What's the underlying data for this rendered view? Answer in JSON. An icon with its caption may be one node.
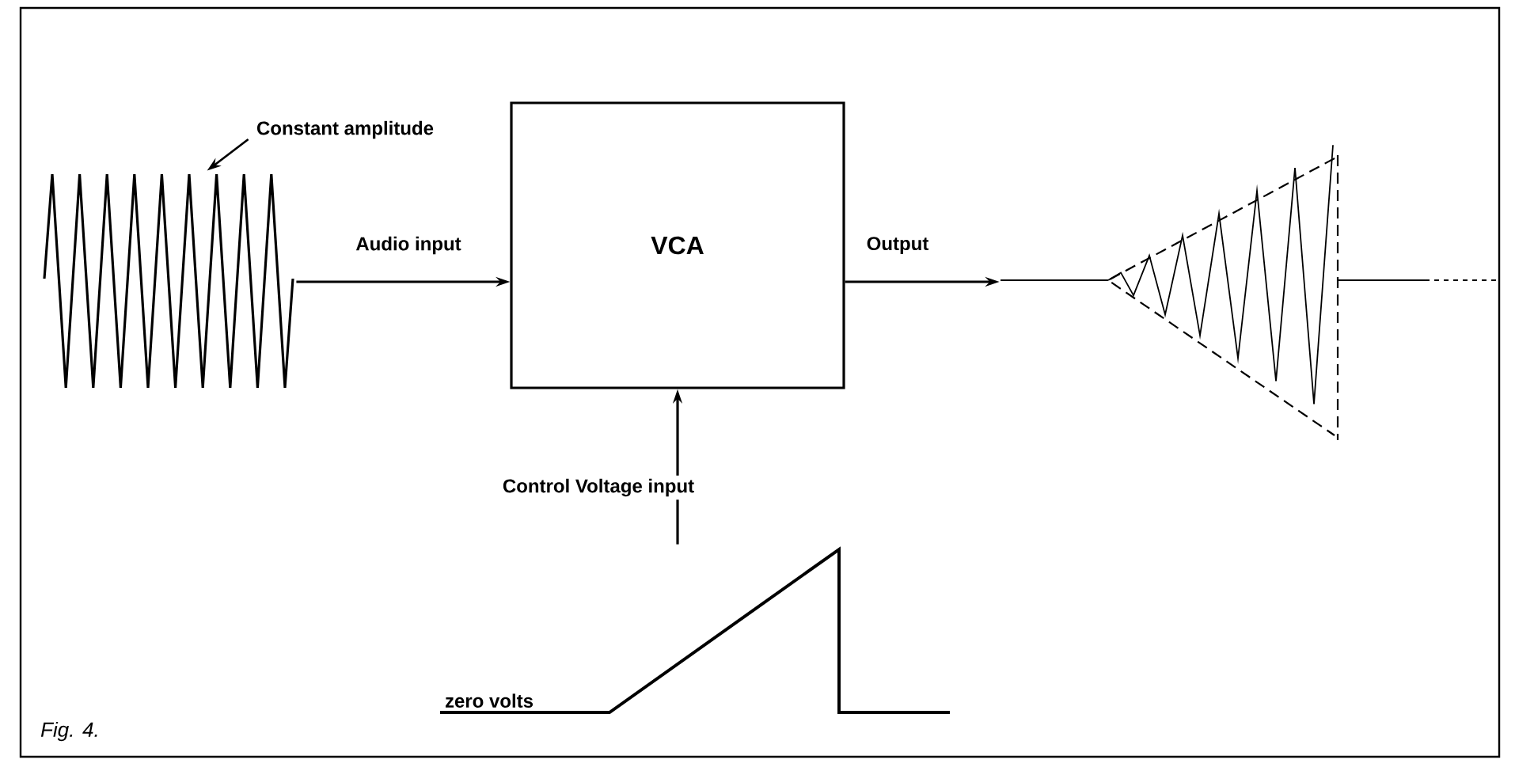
{
  "diagram": {
    "nodes": [
      {
        "text": [
          "Constant amplitude"
        ]
      },
      {
        "text": [],
        "shape": "picture"
      },
      {
        "text": [
          "VCA"
        ]
      },
      {
        "text": [],
        "shape": "picture"
      },
      {
        "text": [
          "zero volts"
        ]
      }
    ],
    "edges": [
      {
        "from": 0,
        "to": 1,
        "arrow": "to"
      },
      {
        "from": 1,
        "to": 2,
        "arrow": "to",
        "label": "Audio input"
      },
      {
        "from": 2,
        "to": 3,
        "arrow": "to",
        "label": "Output"
      },
      {
        "from": 4,
        "to": 2,
        "arrow": "to",
        "label": "Control Voltage input"
      }
    ],
    "labels": [
      "Fig. 4."
    ]
  }
}
